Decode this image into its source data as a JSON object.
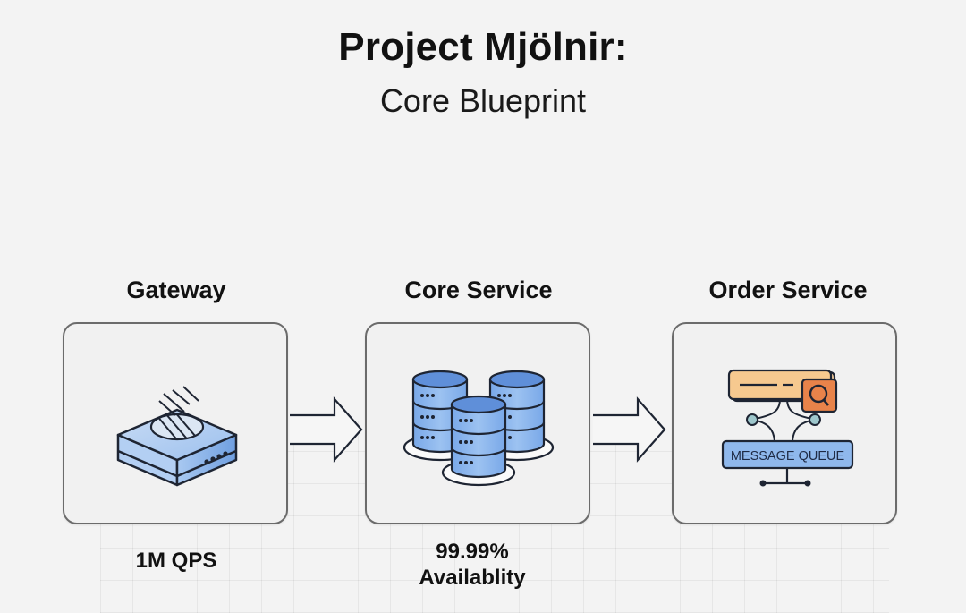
{
  "header": {
    "title": "Project Mjölnir:",
    "subtitle": "Core Blueprint"
  },
  "nodes": [
    {
      "label": "Gateway",
      "icon": "gateway-router-icon",
      "metric": "1M QPS"
    },
    {
      "label": "Core Service",
      "icon": "database-cluster-icon",
      "metric_line1": "99.99%",
      "metric_line2": "Availablity"
    },
    {
      "label": "Order Service",
      "icon": "message-queue-icon",
      "queue_label": "MESSAGE QUEUE"
    }
  ],
  "connections": [
    {
      "from": "Gateway",
      "to": "Core Service"
    },
    {
      "from": "Core Service",
      "to": "Order Service"
    }
  ],
  "colors": {
    "icon_blue": "#8fb8ec",
    "icon_blue_dark": "#5b8fd8",
    "queue_card": "#f6c98f",
    "search_badge": "#e8834a",
    "node_dot": "#9ec7cc",
    "stroke": "#1e2533"
  }
}
